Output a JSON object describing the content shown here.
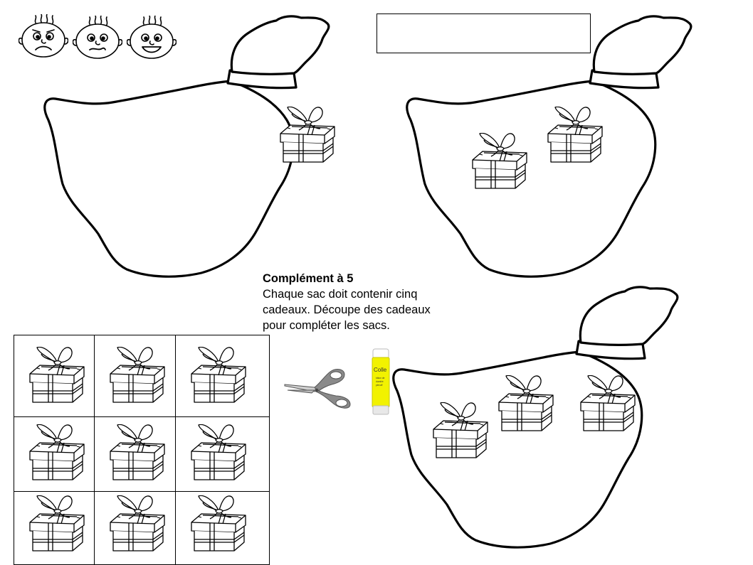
{
  "worksheet": {
    "title": "Complément à 5",
    "line1": "Chaque sac doit contenir cinq",
    "line2": "cadeaux. Découpe des cadeaux",
    "line3": "pour compléter les sacs."
  },
  "name_box": {
    "value": ""
  },
  "faces": [
    "sad-face-icon",
    "neutral-face-icon",
    "happy-face-icon"
  ],
  "sacks": [
    {
      "label": "sack-1",
      "gifts_count": 1
    },
    {
      "label": "sack-2",
      "gifts_count": 2
    },
    {
      "label": "sack-3",
      "gifts_count": 3
    }
  ],
  "cutout_gifts_count": 9,
  "tools": {
    "scissors": "scissors-icon",
    "glue": {
      "icon": "glue-stick-icon",
      "label": "Colle",
      "small1": "bâton de",
      "small2": "durable",
      "small3": "plexoff"
    }
  },
  "colors": {
    "ink": "#000000",
    "paper": "#ffffff",
    "scissors": "#808080",
    "glue_yellow": "#f2f200"
  }
}
